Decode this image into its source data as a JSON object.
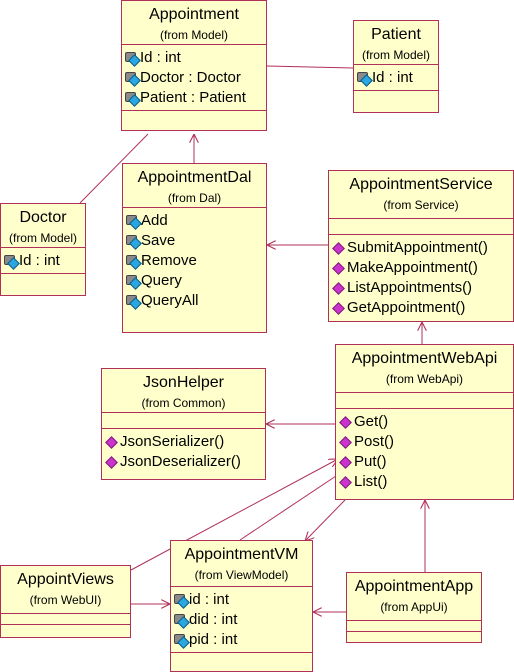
{
  "classes": {
    "appointment": {
      "name": "Appointment",
      "package": "(from Model)",
      "attributes": [
        "Id : int",
        "Doctor : Doctor",
        "Patient : Patient"
      ],
      "operations": []
    },
    "patient": {
      "name": "Patient",
      "package": "(from Model)",
      "attributes": [
        "Id : int"
      ],
      "operations": []
    },
    "doctor": {
      "name": "Doctor",
      "package": "(from Model)",
      "attributes": [
        "Id : int"
      ],
      "operations": []
    },
    "appointment_dal": {
      "name": "AppointmentDal",
      "package": "(from Dal)",
      "attributes": [],
      "operations": [
        "Add",
        "Save",
        "Remove",
        "Query",
        "QueryAll"
      ]
    },
    "appointment_service": {
      "name": "AppointmentService",
      "package": "(from Service)",
      "attributes": [],
      "operations": [
        "SubmitAppointment()",
        "MakeAppointment()",
        "ListAppointments()",
        "GetAppointment()"
      ]
    },
    "json_helper": {
      "name": "JsonHelper",
      "package": "(from Common)",
      "attributes": [],
      "operations": [
        "JsonSerializer()",
        "JsonDeserializer()"
      ]
    },
    "appointment_web_api": {
      "name": "AppointmentWebApi",
      "package": "(from WebApi)",
      "attributes": [],
      "operations": [
        "Get()",
        "Post()",
        "Put()",
        "List()"
      ]
    },
    "appoint_views": {
      "name": "AppointViews",
      "package": "(from WebUI)",
      "attributes": [],
      "operations": []
    },
    "appointment_vm": {
      "name": "AppointmentVM",
      "package": "(from ViewModel)",
      "attributes": [
        "id : int",
        "did : int",
        "pid : int"
      ],
      "operations": []
    },
    "appointment_app": {
      "name": "AppointmentApp",
      "package": "(from AppUi)",
      "attributes": [],
      "operations": []
    }
  },
  "colors": {
    "box_fill": "#ffffcc",
    "line": "#b0305a"
  }
}
